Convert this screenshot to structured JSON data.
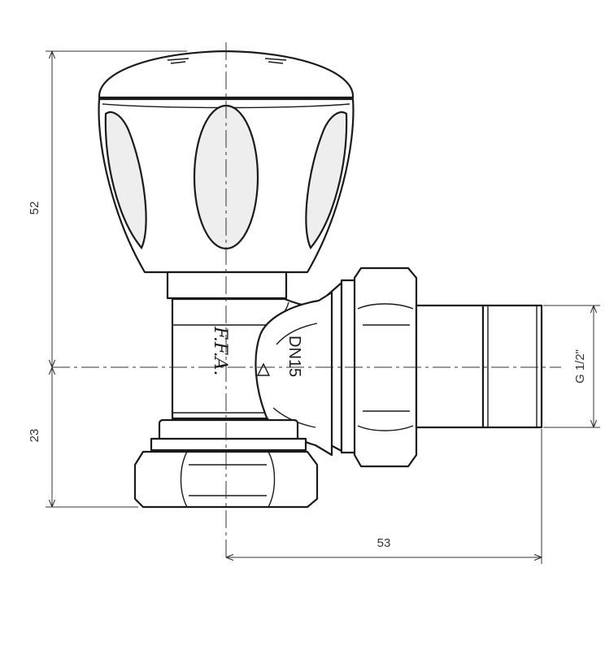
{
  "dimensions": {
    "height_top": "52",
    "height_bottom": "23",
    "width": "53",
    "thread": "G 1/2\""
  },
  "markings": {
    "nominal_size": "DN15",
    "brand": "F.F.A."
  }
}
